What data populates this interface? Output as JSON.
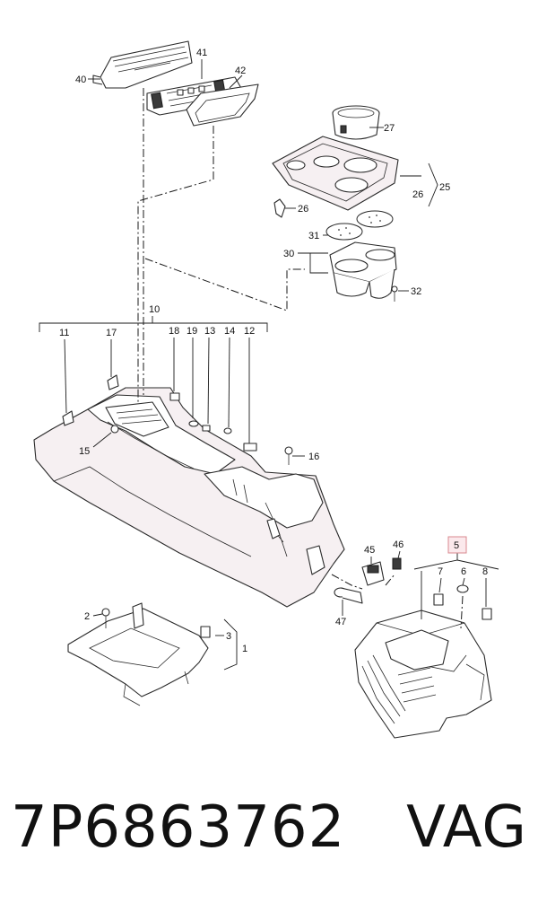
{
  "diagram": {
    "callouts": [
      {
        "id": "40",
        "label": "40"
      },
      {
        "id": "41",
        "label": "41"
      },
      {
        "id": "42",
        "label": "42"
      },
      {
        "id": "27",
        "label": "27"
      },
      {
        "id": "25",
        "label": "25"
      },
      {
        "id": "26a",
        "label": "26"
      },
      {
        "id": "26b",
        "label": "26"
      },
      {
        "id": "31",
        "label": "31"
      },
      {
        "id": "30",
        "label": "30"
      },
      {
        "id": "32",
        "label": "32"
      },
      {
        "id": "10",
        "label": "10"
      },
      {
        "id": "11",
        "label": "11"
      },
      {
        "id": "17",
        "label": "17"
      },
      {
        "id": "18",
        "label": "18"
      },
      {
        "id": "19",
        "label": "19"
      },
      {
        "id": "13",
        "label": "13"
      },
      {
        "id": "14",
        "label": "14"
      },
      {
        "id": "12",
        "label": "12"
      },
      {
        "id": "15",
        "label": "15"
      },
      {
        "id": "16",
        "label": "16"
      },
      {
        "id": "5",
        "label": "5"
      },
      {
        "id": "45",
        "label": "45"
      },
      {
        "id": "46",
        "label": "46"
      },
      {
        "id": "7",
        "label": "7"
      },
      {
        "id": "6",
        "label": "6"
      },
      {
        "id": "8",
        "label": "8"
      },
      {
        "id": "47",
        "label": "47"
      },
      {
        "id": "2",
        "label": "2"
      },
      {
        "id": "3",
        "label": "3"
      },
      {
        "id": "1",
        "label": "1"
      }
    ],
    "highlight_color": "#d9898f",
    "highlight_fill": "#fbe9ec"
  },
  "footer": {
    "part_number": "7P6863762",
    "brand": "VAG"
  }
}
